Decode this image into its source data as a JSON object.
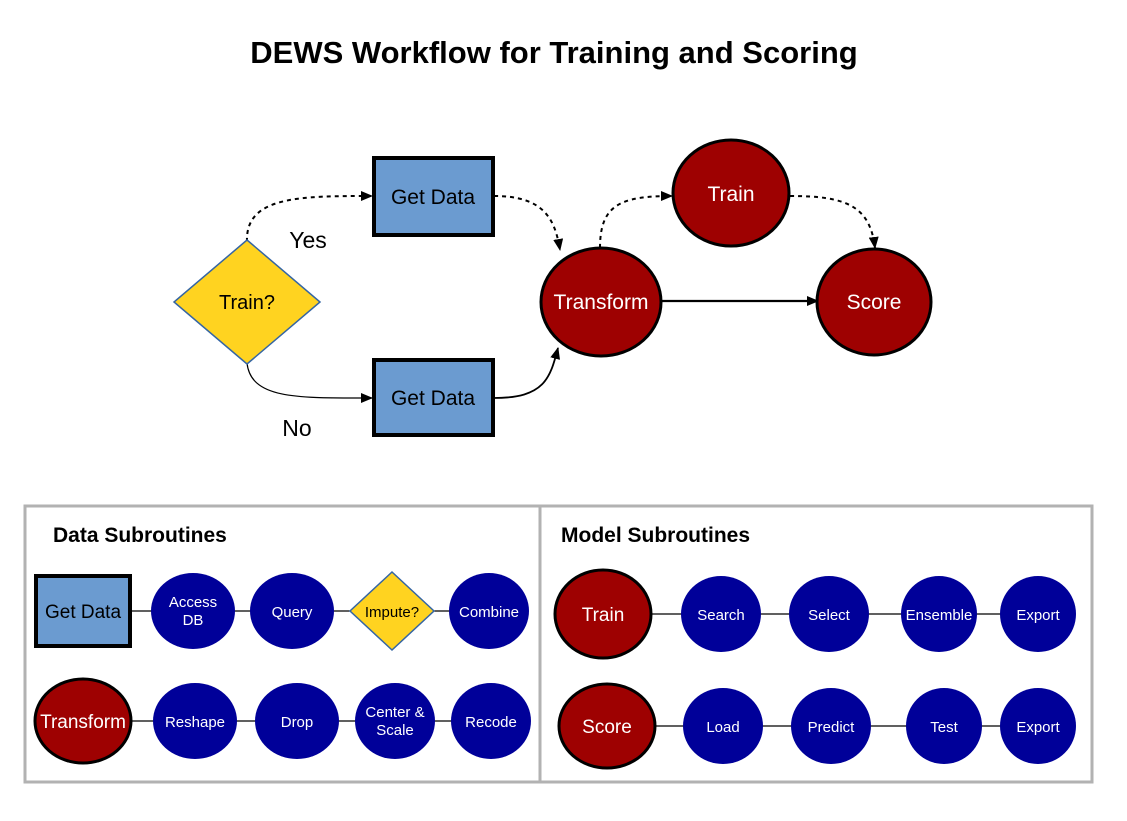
{
  "title": "DEWS Workflow for Training and Scoring",
  "colors": {
    "box_fill": "#6b9bd0",
    "decision_fill": "#ffd320",
    "red_node": "#9e0101",
    "blue_node": "#000099",
    "panel_border": "#b2b2b2"
  },
  "workflow": {
    "decision": "Train?",
    "get_data_top": "Get Data",
    "get_data_bottom": "Get Data",
    "yes": "Yes",
    "no": "No",
    "transform": "Transform",
    "train": "Train",
    "score": "Score"
  },
  "data_panel": {
    "title": "Data Subroutines",
    "row1": {
      "head": "Get Data",
      "items": [
        {
          "lines": [
            "Access",
            "DB"
          ]
        },
        {
          "lines": [
            "Query"
          ]
        },
        {
          "lines": [
            "Impute?"
          ]
        },
        {
          "lines": [
            "Combine"
          ]
        }
      ]
    },
    "row2": {
      "head": "Transform",
      "items": [
        {
          "lines": [
            "Reshape"
          ]
        },
        {
          "lines": [
            "Drop"
          ]
        },
        {
          "lines": [
            "Center &",
            "Scale"
          ]
        },
        {
          "lines": [
            "Recode"
          ]
        }
      ]
    }
  },
  "model_panel": {
    "title": "Model Subroutines",
    "row1": {
      "head": "Train",
      "items": [
        "Search",
        "Select",
        "Ensemble",
        "Export"
      ]
    },
    "row2": {
      "head": "Score",
      "items": [
        "Load",
        "Predict",
        "Test",
        "Export"
      ]
    }
  }
}
